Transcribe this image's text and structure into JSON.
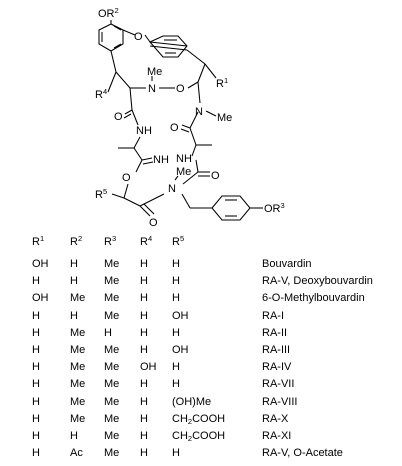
{
  "structure": {
    "substituents": [
      {
        "base": "OR",
        "sup": "2"
      },
      {
        "base": "R",
        "sup": "1"
      },
      {
        "base": "R",
        "sup": "4"
      },
      {
        "base": "R",
        "sup": "5"
      },
      {
        "base": "OR",
        "sup": "3"
      }
    ],
    "atoms": [
      "O",
      "Me",
      "N",
      "O",
      "N",
      "Me",
      "O",
      "NH",
      "O",
      "NH",
      "NH",
      "O",
      "Me",
      "N",
      "O",
      "O"
    ]
  },
  "table": {
    "headers": [
      {
        "base": "R",
        "sup": "1"
      },
      {
        "base": "R",
        "sup": "2"
      },
      {
        "base": "R",
        "sup": "3"
      },
      {
        "base": "R",
        "sup": "4"
      },
      {
        "base": "R",
        "sup": "5"
      }
    ],
    "rows": [
      {
        "r1": "OH",
        "r2": "H",
        "r3": "Me",
        "r4": "H",
        "r5": "H",
        "name": "Bouvardin"
      },
      {
        "r1": "H",
        "r2": "H",
        "r3": "Me",
        "r4": "H",
        "r5": "H",
        "name": "RA-V, Deoxybouvardin"
      },
      {
        "r1": "OH",
        "r2": "Me",
        "r3": "Me",
        "r4": "H",
        "r5": "H",
        "name": "6-O-Methylbouvardin"
      },
      {
        "r1": "H",
        "r2": "H",
        "r3": "Me",
        "r4": "H",
        "r5": "OH",
        "name": "RA-I"
      },
      {
        "r1": "H",
        "r2": "Me",
        "r3": "H",
        "r4": "H",
        "r5": "H",
        "name": "RA-II"
      },
      {
        "r1": "H",
        "r2": "Me",
        "r3": "Me",
        "r4": "H",
        "r5": "OH",
        "name": "RA-III"
      },
      {
        "r1": "H",
        "r2": "Me",
        "r3": "Me",
        "r4": "OH",
        "r5": "H",
        "name": "RA-IV"
      },
      {
        "r1": "H",
        "r2": "Me",
        "r3": "Me",
        "r4": "H",
        "r5": "H",
        "name": "RA-VII"
      },
      {
        "r1": "H",
        "r2": "Me",
        "r3": "Me",
        "r4": "H",
        "r5": "(OH)Me",
        "name": "RA-VIII"
      },
      {
        "r1": "H",
        "r2": "Me",
        "r3": "Me",
        "r4": "H",
        "r5": {
          "a": "CH",
          "sub": "2",
          "b": "COOH"
        },
        "name": "RA-X"
      },
      {
        "r1": "H",
        "r2": "H",
        "r3": "Me",
        "r4": "H",
        "r5": {
          "a": "CH",
          "sub": "2",
          "b": "COOH"
        },
        "name": "RA-XI"
      },
      {
        "r1": "H",
        "r2": "Ac",
        "r3": "Me",
        "r4": "H",
        "r5": "H",
        "name": "RA-V, O-Acetate"
      }
    ]
  }
}
